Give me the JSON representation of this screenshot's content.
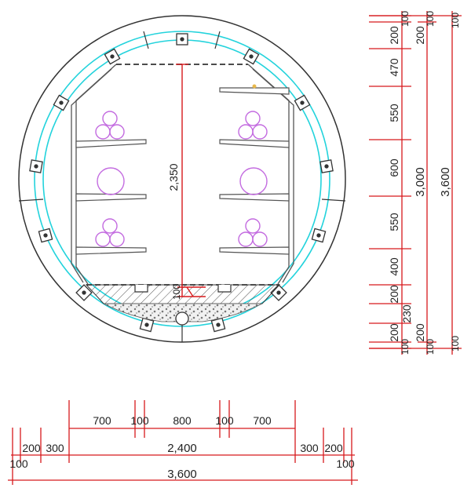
{
  "drawing": {
    "center_height_label": "2,350",
    "center_small_label": "100"
  },
  "right_dims": {
    "segments": [
      "100",
      "200",
      "470",
      "550",
      "600",
      "550",
      "400",
      "200",
      "230",
      "200",
      "100"
    ],
    "inner_top_small": "100",
    "inner_top_mid": "200",
    "inner_bottom_mid": "200",
    "inner_bottom_small": "100",
    "mid_total": "3,000",
    "outer_total": "3,600",
    "outer_top_small": "100",
    "outer_bottom_small": "100"
  },
  "bottom_dims": {
    "row1": [
      "700",
      "100",
      "800",
      "100",
      "700"
    ],
    "row2_left": [
      "200",
      "300"
    ],
    "row2_mid": "2,400",
    "row2_right": [
      "300",
      "200"
    ],
    "row3_left": "100",
    "row3_right": "100",
    "total": "3,600"
  },
  "colors": {
    "dimension": "#d7191c",
    "outline": "#333333",
    "cyan": "#23d3dc",
    "cable": "#c36be0"
  }
}
